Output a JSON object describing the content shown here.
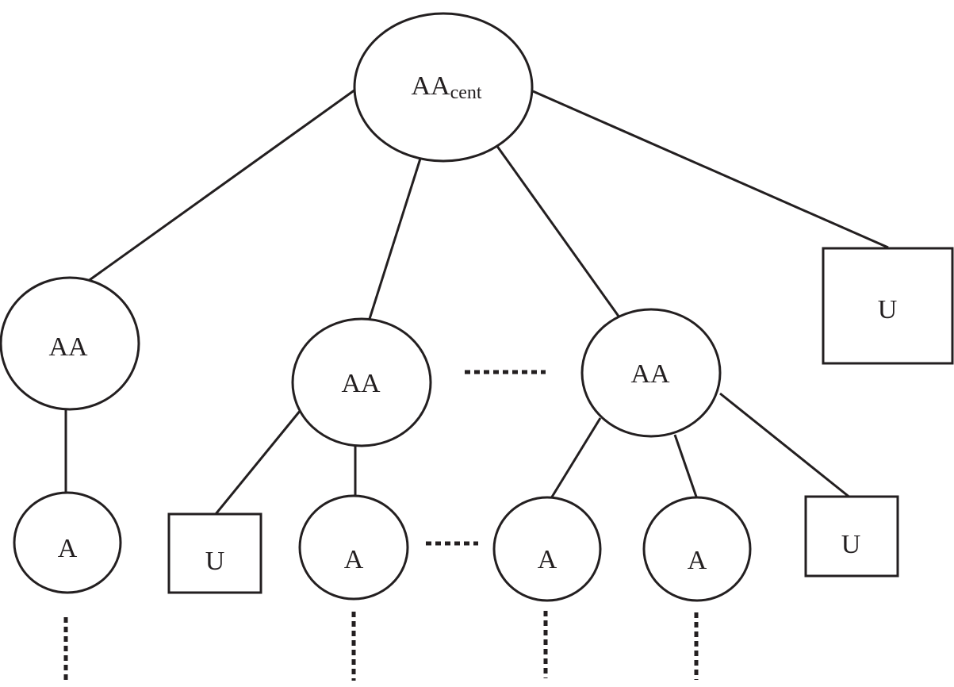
{
  "diagram": {
    "root": {
      "main": "AA",
      "subscript": "cent"
    },
    "labels": {
      "aa_left": "AA",
      "aa_mid": "AA",
      "aa_right": "AA",
      "u_top": "U",
      "a_far_left": "A",
      "u_bottom_left": "U",
      "a_mid": "A",
      "a_right_1": "A",
      "a_right_2": "A",
      "u_bottom_right": "U"
    }
  }
}
